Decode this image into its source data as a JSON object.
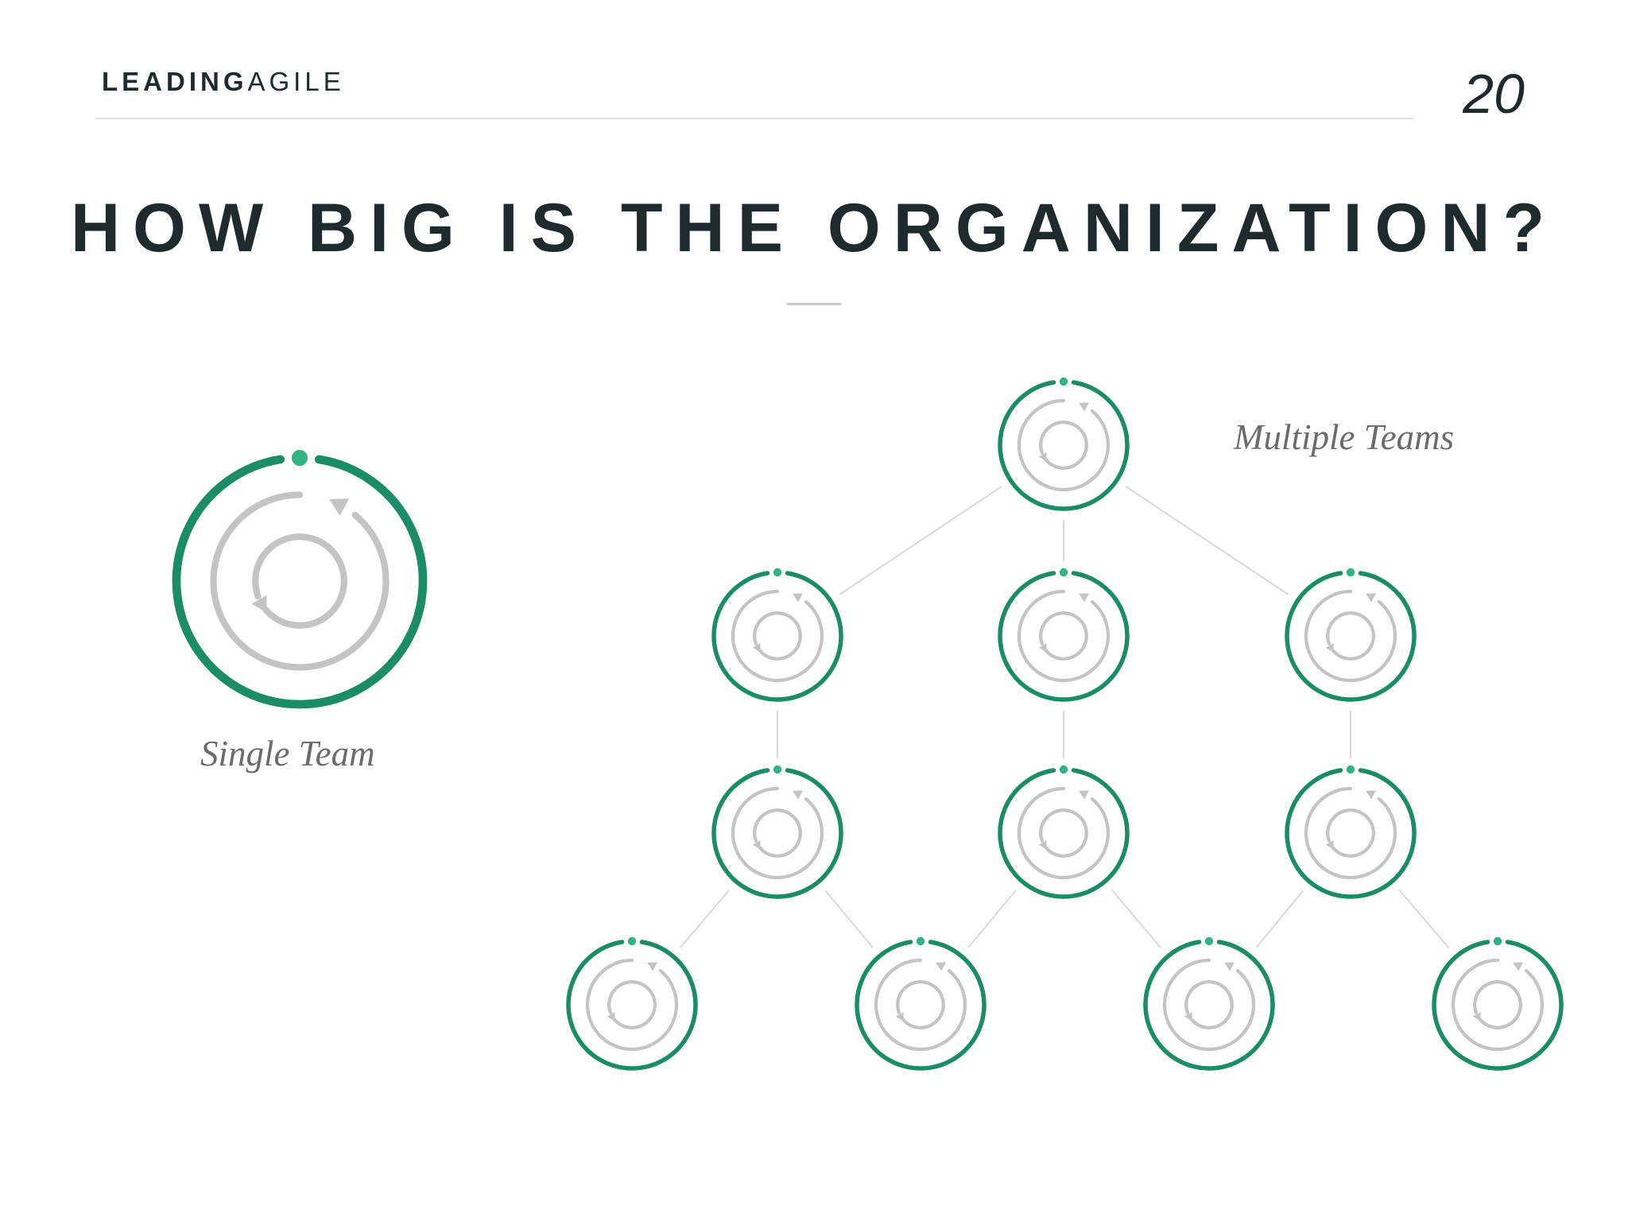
{
  "brand": {
    "bold": "LEADING",
    "light": "AGILE"
  },
  "page_number": "20",
  "title": "HOW BIG IS THE ORGANIZATION?",
  "single_team_label": "Single Team",
  "multiple_teams_label": "Multiple Teams",
  "colors": {
    "ring": "#1a8c66",
    "dot": "#33b384",
    "cycle": "#c4c4c4",
    "connector": "#d9d9d9",
    "text_dark": "#1f2a2d",
    "text_label": "#6b6b6b"
  },
  "tree": {
    "nodes": [
      "root",
      "l1-left",
      "l1-center",
      "l1-right",
      "l2-left",
      "l2-center",
      "l2-right",
      "l3-1",
      "l3-2",
      "l3-3",
      "l3-4"
    ],
    "edges": [
      [
        "root",
        "l1-left"
      ],
      [
        "root",
        "l1-center"
      ],
      [
        "root",
        "l1-right"
      ],
      [
        "l1-left",
        "l2-left"
      ],
      [
        "l1-center",
        "l2-center"
      ],
      [
        "l1-right",
        "l2-right"
      ],
      [
        "l2-left",
        "l3-1"
      ],
      [
        "l2-left",
        "l3-2"
      ],
      [
        "l2-center",
        "l3-2"
      ],
      [
        "l2-center",
        "l3-3"
      ],
      [
        "l2-right",
        "l3-3"
      ],
      [
        "l2-right",
        "l3-4"
      ]
    ]
  }
}
